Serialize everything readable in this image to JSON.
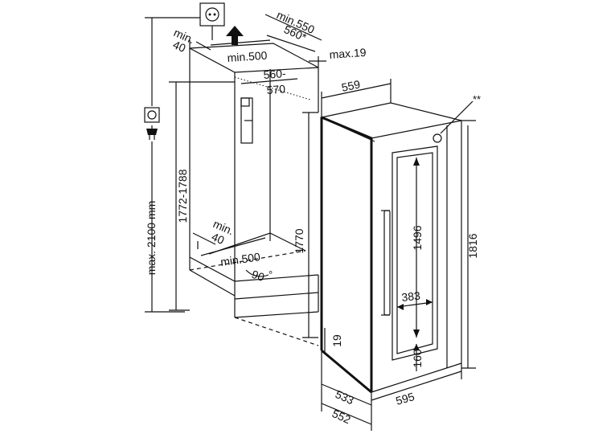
{
  "dimensions": {
    "min_550": "min.550",
    "d560_star": "560*",
    "min_40_top_a": "min.",
    "min_40_top_b": "40",
    "min_500_top": "min.500",
    "max_19": "max.19",
    "d560_570_a": "560-",
    "d560_570_b": "570",
    "d559": "559",
    "max_2100": "max. 2100 mm",
    "d1772_1788": "1772-1788",
    "d1770": "1770",
    "min_40_bottom_a": "min.",
    "min_40_bottom_b": "40",
    "min_500_bottom": "min.500",
    "angle_90": "90",
    "degree": "°",
    "d1496": "1496",
    "d383": "383",
    "d19": "19",
    "d160": "160",
    "d1816": "1816",
    "d533": "533",
    "d552": "552",
    "d595": "595",
    "note_mark": "**"
  },
  "icons": {
    "socket": "socket-icon",
    "plug": "plug-icon",
    "airflow": "up-arrow-icon"
  }
}
